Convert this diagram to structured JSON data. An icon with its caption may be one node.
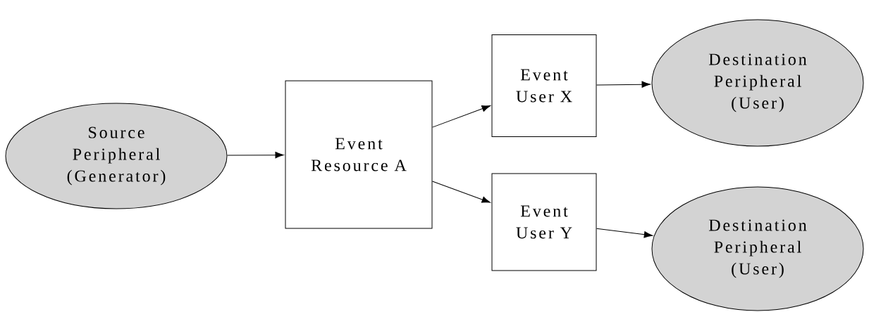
{
  "diagram": {
    "nodes": [
      {
        "text": [
          "Source Peripheral (Generator)"
        ]
      },
      {
        "text": [
          "Event Resource A"
        ]
      },
      {
        "text": [
          "Event User X"
        ]
      },
      {
        "text": [
          "Event User Y"
        ]
      },
      {
        "text": [
          "Destination Peripheral (User)"
        ]
      },
      {
        "text": [
          "Destination Peripheral (User)"
        ]
      }
    ],
    "edges": [
      {
        "from": 0,
        "to": 1,
        "arrow": "to"
      },
      {
        "from": 1,
        "to": 2,
        "arrow": "to"
      },
      {
        "from": 1,
        "to": 3,
        "arrow": "to"
      },
      {
        "from": 2,
        "to": 4,
        "arrow": "to"
      },
      {
        "from": 3,
        "to": 5,
        "arrow": "to"
      }
    ]
  }
}
